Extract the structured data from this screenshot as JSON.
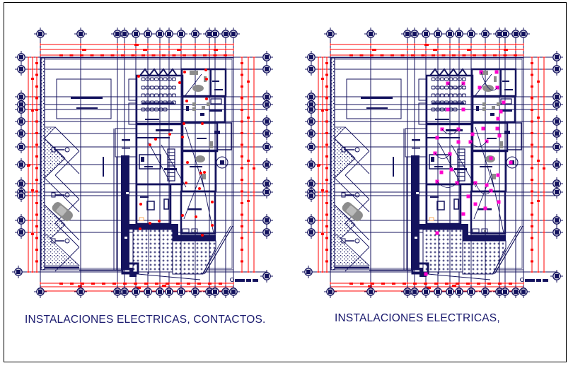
{
  "sheet": {
    "type": "CAD electrical installation drawing",
    "background": "#ffffff",
    "colors": {
      "structure": "#14135e",
      "dimension": "#ff0000",
      "outlet_marker": "#ff0000",
      "lighting_marker": "#ff00cc",
      "furniture": "#8c8c8c",
      "title_text": "#1a1a6e"
    }
  },
  "plans": [
    {
      "id": "left",
      "title": "INSTALACIONES ELECTRICAS, CONTACTOS.",
      "marker_type": "outlet",
      "grid_bubble_count_top": 14,
      "grid_bubble_count_side": 15
    },
    {
      "id": "right",
      "title": "INSTALACIONES ELECTRICAS,",
      "marker_type": "lighting",
      "grid_bubble_count_top": 14,
      "grid_bubble_count_side": 15
    }
  ],
  "legend_icons": {
    "grid_bubble": "axis-bubble-icon",
    "outlet": "outlet-marker-icon",
    "lighting": "light-fixture-icon",
    "car": "car-icon",
    "toilet": "toilet-icon"
  }
}
